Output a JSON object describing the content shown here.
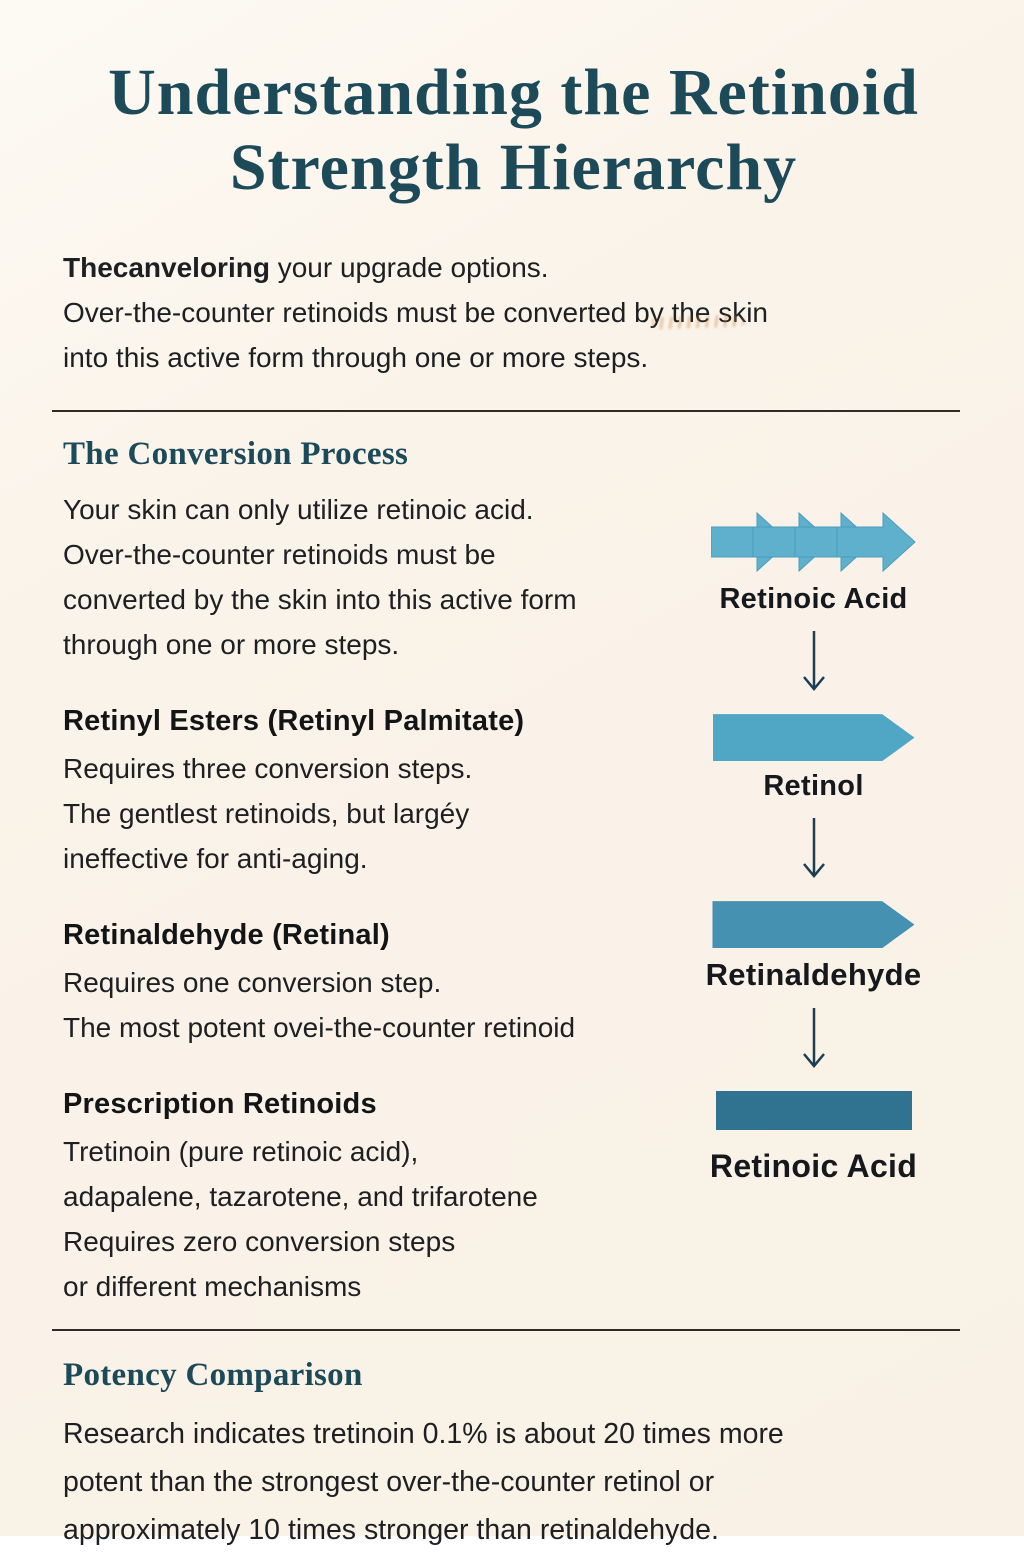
{
  "colors": {
    "background": "#faf3e9",
    "heading_teal": "#1c4a59",
    "text_dark": "#1d1f22",
    "divider": "#2e2c28",
    "chevron_blue": "#5fb0cd",
    "retinol_blue": "#4fa6c5",
    "retinaldehyde_blue": "#4591b1",
    "retinoic_teal": "#2f7391",
    "connector_stroke": "#1d3d52"
  },
  "header": {
    "title_line1": "Understanding the Retinoid",
    "title_line2": "Strength Hierarchy"
  },
  "intro": {
    "lead_bold": "Thecanveloring",
    "lead_rest": " your upgrade options.",
    "line2": "Over-the-counter retinoids must be converted by the skin",
    "line3": "into this active form through one or more steps."
  },
  "sections": {
    "conversion": {
      "heading": "The Conversion Process",
      "lines": [
        "Your skin can only utilize retinoic acid.",
        "Over-the-counter retinoids must be",
        "converted by the skin into this active form",
        "through one or more steps."
      ]
    },
    "retinyl": {
      "heading": "Retinyl Esters (Retinyl Palmitate)",
      "lines": [
        "Requires three conversion steps.",
        "The gentlest retinoids, but largéy",
        "ineffective for anti-aging."
      ]
    },
    "retinal": {
      "heading": "Retinaldehyde (Retinal)",
      "lines": [
        "Requires one conversion step.",
        "The most potent ovei-the-counter retinoid"
      ]
    },
    "prescription": {
      "heading": "Prescription Retinoids",
      "lines": [
        "Tretinoin (pure retinoic acid),",
        "adapalene, tazarotene, and trifarotene",
        "Requires zero conversion steps",
        "or different mechanisms"
      ]
    },
    "potency": {
      "heading": "Potency Comparison",
      "lines": [
        "Research indicates tretinoin  0.1% is about 20 times more",
        "potent than the strongest over-the-counter retinol or",
        "approximately 10 times stronger than retinaldehyde."
      ]
    }
  },
  "diagram": {
    "steps": [
      {
        "label": "Retinoic Acid",
        "shape": "chevron-chain",
        "color": "#5fb0cd"
      },
      {
        "label": "Retinol",
        "shape": "arrow-right",
        "color": "#4fa6c5"
      },
      {
        "label": "Retinaldehyde",
        "shape": "arrow-right",
        "color": "#4591b1"
      },
      {
        "label": "Retinoic Acid",
        "shape": "rect",
        "color": "#2f7391"
      }
    ],
    "connector": "down-arrow"
  }
}
